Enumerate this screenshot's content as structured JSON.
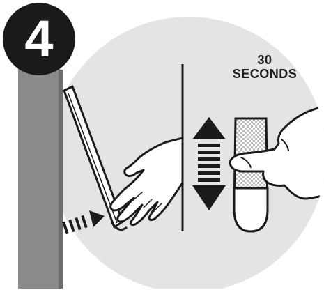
{
  "step": {
    "number": "4"
  },
  "instruction": {
    "duration_line1": "30",
    "duration_line2": "SECONDS"
  },
  "colors": {
    "background_circle": "#e4e4e2",
    "ink": "#1b1b1b",
    "wall": "#8a8a8a",
    "white": "#ffffff"
  },
  "icons": [
    "wall-panel",
    "tablet-device",
    "left-hand",
    "right-hand",
    "double-arrow-icon",
    "dashed-arrow-icon",
    "adhesive-strip"
  ]
}
